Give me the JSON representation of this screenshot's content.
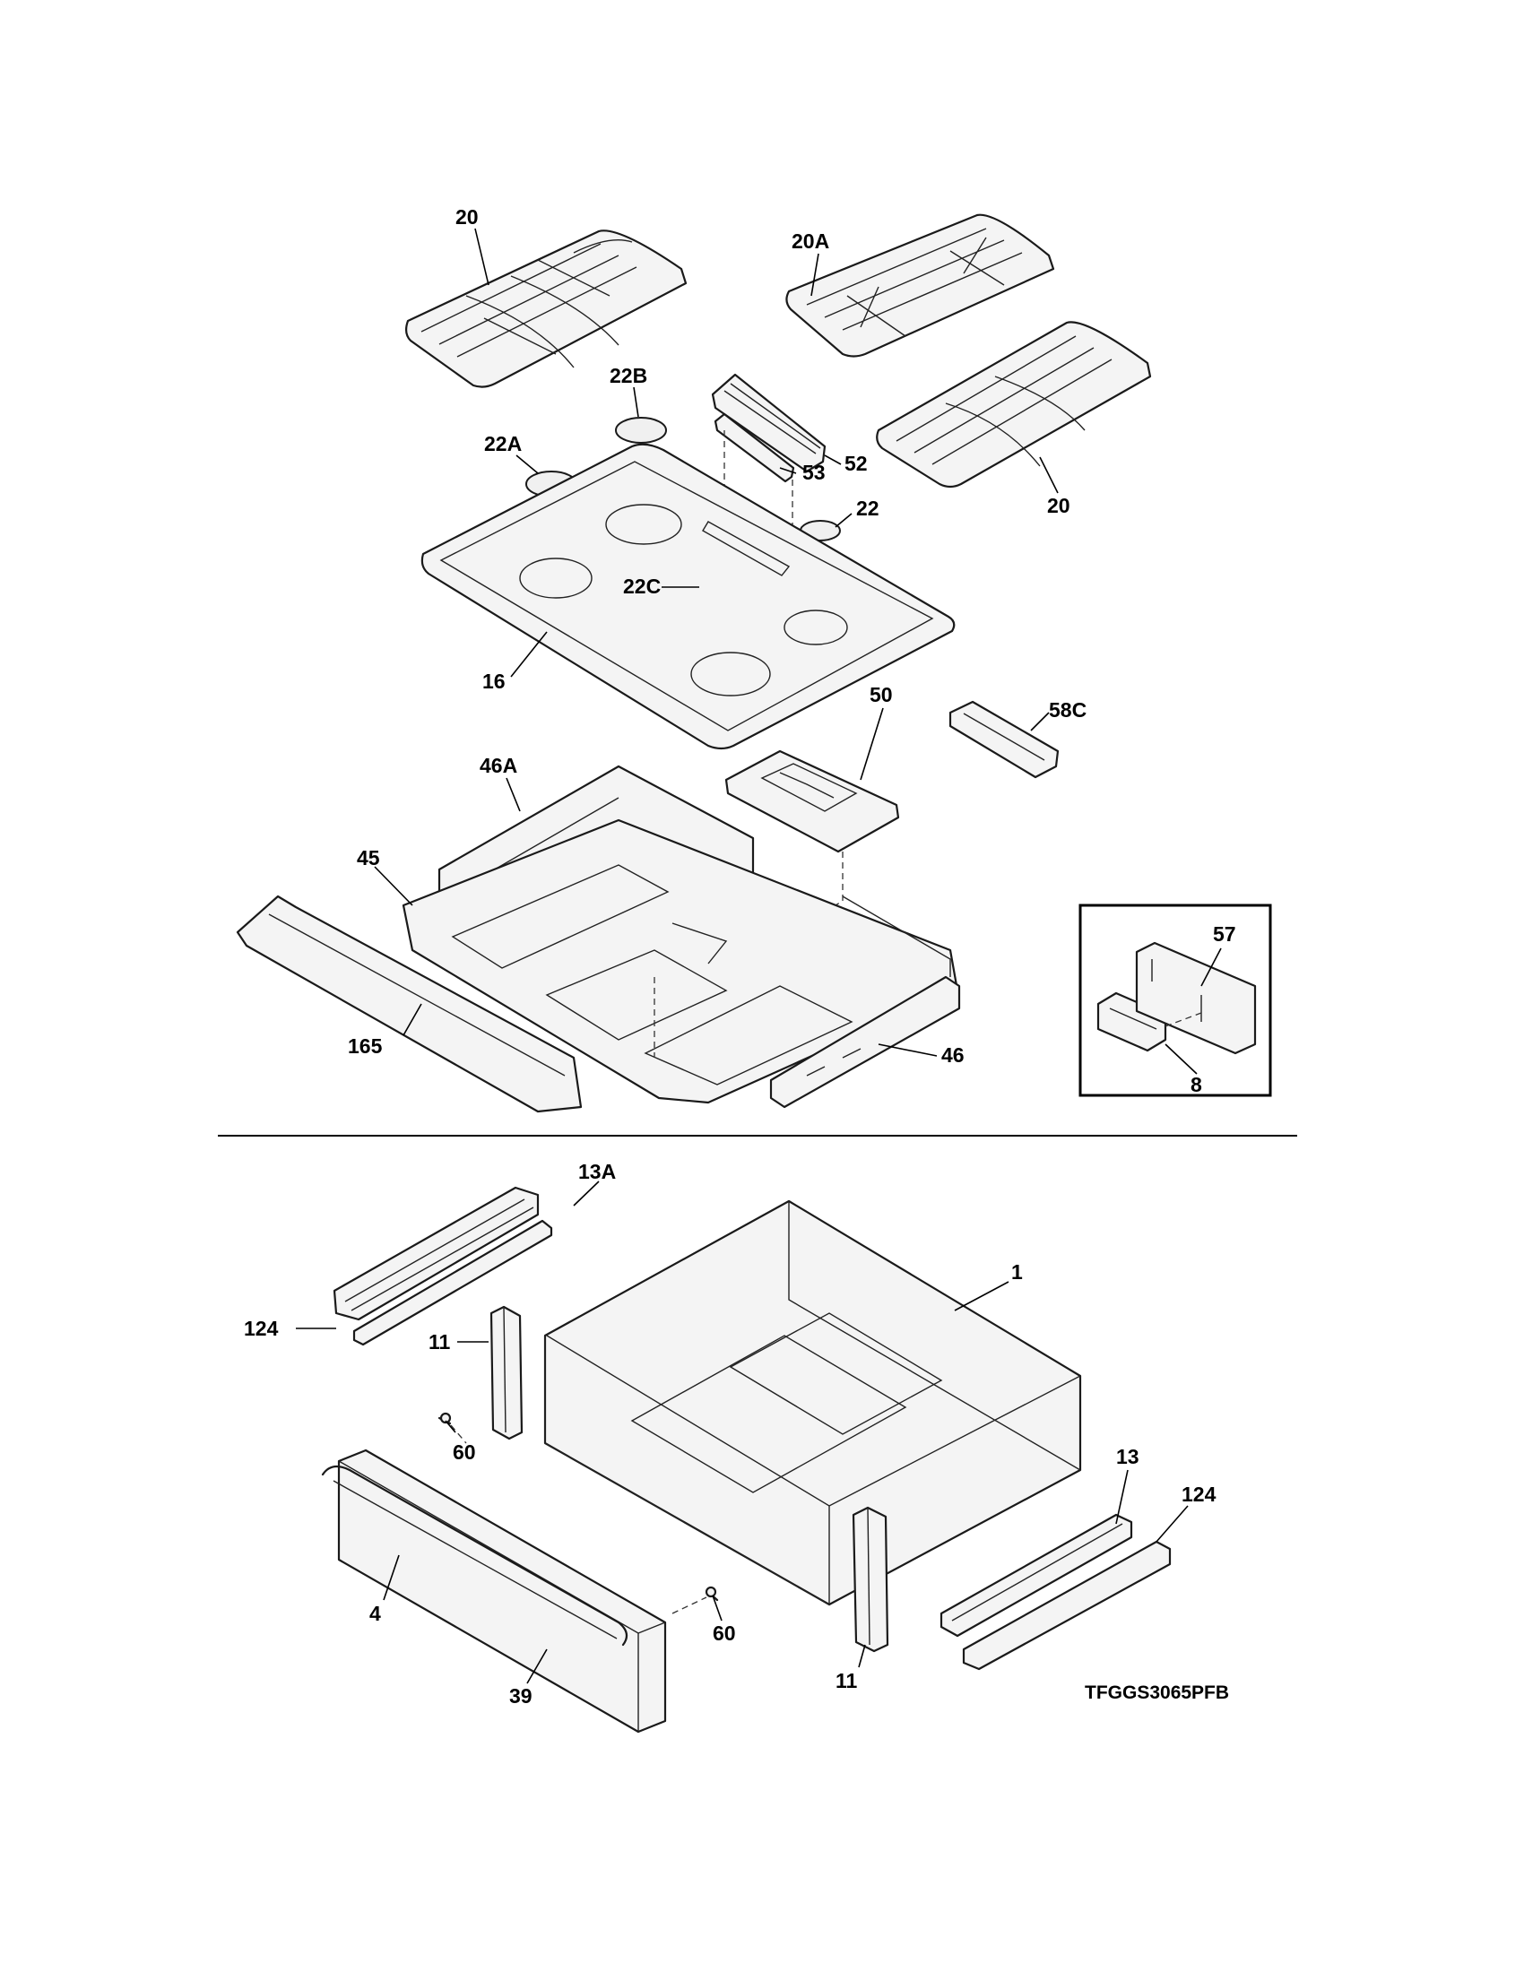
{
  "callouts": {
    "c20_top": "20",
    "c20a": "20A",
    "c22b": "22B",
    "c52": "52",
    "c53": "53",
    "c20_right": "20",
    "c22a": "22A",
    "c22": "22",
    "c22c": "22C",
    "c16": "16",
    "c50": "50",
    "c58c": "58C",
    "c46a": "46A",
    "c45": "45",
    "c57": "57",
    "c8": "8",
    "c165": "165",
    "c46": "46",
    "c13a": "13A",
    "c1": "1",
    "c124_left": "124",
    "c11_left": "11",
    "c60_upper": "60",
    "c13": "13",
    "c124_right": "124",
    "c4": "4",
    "c60_lower": "60",
    "c11_lower": "11",
    "c39": "39"
  },
  "model_number": "TFGGS3065PFB"
}
